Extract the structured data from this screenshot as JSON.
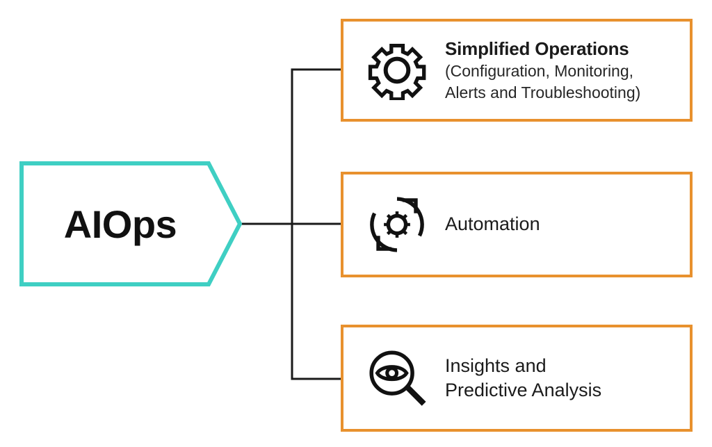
{
  "diagram": {
    "type": "bracket-breakdown",
    "root": {
      "label": "AIOps",
      "shape": "pentagon-arrow",
      "border_color": "#3FCFC3"
    },
    "branch_color": "#1a1a1a",
    "box_border_color": "#E8912E",
    "items": [
      {
        "icon": "gear-icon",
        "title_lines": [
          "Simplified Operations"
        ],
        "title_bold": true,
        "sub_lines": [
          "(Configuration, Monitoring,",
          "Alerts and Troubleshooting)"
        ]
      },
      {
        "icon": "automation-cycle-gear-icon",
        "title_lines": [
          "Automation"
        ],
        "title_bold": false,
        "sub_lines": []
      },
      {
        "icon": "magnifier-eye-icon",
        "title_lines": [
          "Insights and",
          "Predictive Analysis"
        ],
        "title_bold": false,
        "sub_lines": []
      }
    ]
  }
}
